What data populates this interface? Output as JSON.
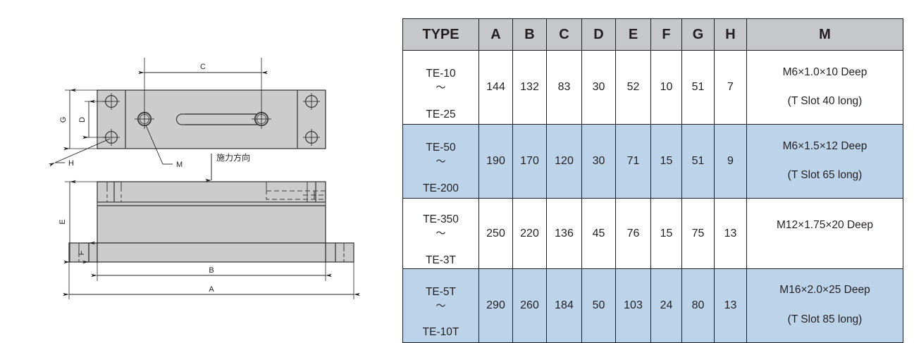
{
  "drawing": {
    "title": "load-cell-dimension-drawing",
    "body_fill": "#cccccc",
    "line_color": "#3a3a3a",
    "top_view": {
      "dimension_labels": [
        "C",
        "G",
        "D"
      ],
      "leader_labels": [
        "H",
        "M"
      ]
    },
    "side_view": {
      "dimension_labels": [
        "E",
        "F",
        "B",
        "A"
      ],
      "force_note": "施力方向"
    }
  },
  "table": {
    "headers": [
      "TYPE",
      "A",
      "B",
      "C",
      "D",
      "E",
      "F",
      "G",
      "H",
      "M"
    ],
    "header_bg": "#c6c7c9",
    "highlight_bg": "#bcd3ea",
    "rows": [
      {
        "type_from": "TE-10",
        "type_sep": "〜",
        "type_to": "TE-25",
        "A": "144",
        "B": "132",
        "C": "83",
        "D": "30",
        "E": "52",
        "F": "10",
        "G": "51",
        "H": "7",
        "M_line1": "M6×1.0×10 Deep",
        "M_line2": "(T Slot 40 long)",
        "highlighted": false
      },
      {
        "type_from": "TE-50",
        "type_sep": "〜",
        "type_to": "TE-200",
        "A": "190",
        "B": "170",
        "C": "120",
        "D": "30",
        "E": "71",
        "F": "15",
        "G": "51",
        "H": "9",
        "M_line1": "M6×1.5×12 Deep",
        "M_line2": "(T Slot 65 long)",
        "highlighted": true
      },
      {
        "type_from": "TE-350",
        "type_sep": "〜",
        "type_to": "TE-3T",
        "A": "250",
        "B": "220",
        "C": "136",
        "D": "45",
        "E": "76",
        "F": "15",
        "G": "75",
        "H": "13",
        "M_line1": "M12×1.75×20 Deep",
        "M_line2": "",
        "highlighted": false
      },
      {
        "type_from": "TE-5T",
        "type_sep": "〜",
        "type_to": "TE-10T",
        "A": "290",
        "B": "260",
        "C": "184",
        "D": "50",
        "E": "103",
        "F": "24",
        "G": "80",
        "H": "13",
        "M_line1": "M16×2.0×25 Deep",
        "M_line2": "(T Slot 85 long)",
        "highlighted": true
      }
    ]
  }
}
